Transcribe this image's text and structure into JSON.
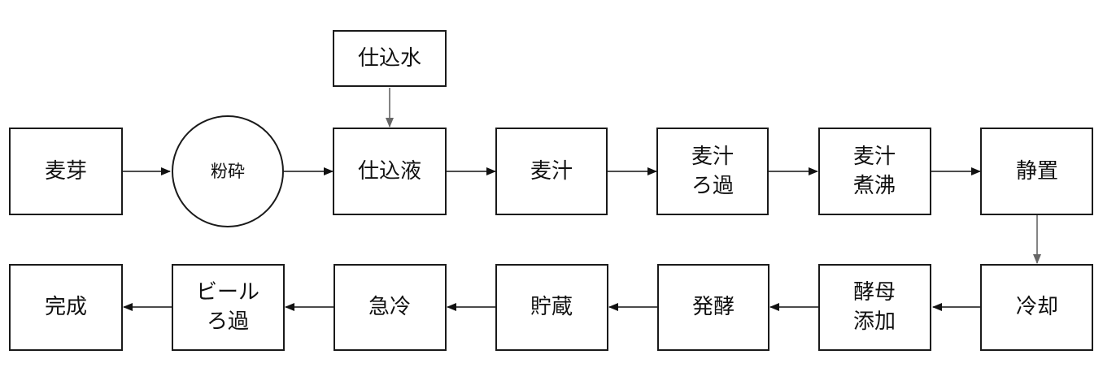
{
  "nodes": {
    "water": [
      "仕込水"
    ],
    "malt": [
      "麦芽"
    ],
    "milling": [
      "粉砕"
    ],
    "mash": [
      "仕込液"
    ],
    "wort": [
      "麦汁"
    ],
    "wort_filtration": [
      "麦汁",
      "ろ過"
    ],
    "wort_boiling": [
      "麦汁",
      "煮沸"
    ],
    "settling": [
      "静置"
    ],
    "cooling": [
      "冷却"
    ],
    "yeast_addition": [
      "酵母",
      "添加"
    ],
    "fermentation": [
      "発酵"
    ],
    "storage": [
      "貯蔵"
    ],
    "quick_cooling": [
      "急冷"
    ],
    "beer_filtration": [
      "ビール",
      "ろ過"
    ],
    "completion": [
      "完成"
    ]
  },
  "colors": {
    "stroke": "#1a1a1a",
    "arrow": "#111111",
    "arrow_gray": "#666666",
    "background": "#ffffff"
  }
}
